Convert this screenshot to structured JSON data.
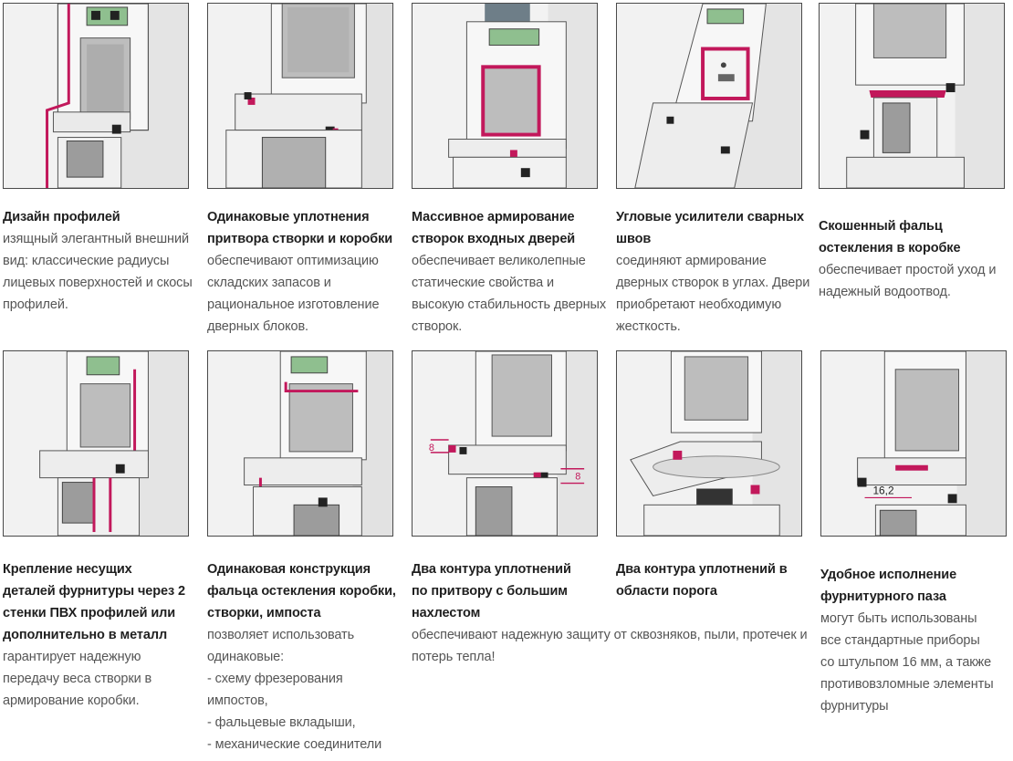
{
  "colors": {
    "accent": "#c2185b",
    "gasket": "#8fbf8f",
    "profile": "#f4f4f4",
    "glass": "#bdbdbd"
  },
  "features": [
    {
      "title": [
        "Дизайн профилей"
      ],
      "desc": [
        "изящный элегантный внешний",
        "вид: классические радиусы",
        "лицевых поверхностей и скосы",
        "профилей."
      ]
    },
    {
      "title": [
        "Одинаковые уплотнения",
        "притвора створки и коробки"
      ],
      "desc": [
        "обеспечивают оптимизацию",
        "складских запасов и",
        "рациональное изготовление",
        "дверных блоков."
      ]
    },
    {
      "title": [
        "Массивное армирование",
        "створок входных дверей"
      ],
      "desc": [
        "обеспечивает великолепные",
        "статические свойства и",
        "высокую стабильность дверных",
        "створок."
      ]
    },
    {
      "title": [
        "Угловые усилители сварных",
        "швов"
      ],
      "desc": [
        "соединяют армирование",
        "дверных створок в углах. Двери",
        "приобретают необходимую",
        "жесткость."
      ]
    },
    {
      "title": [
        "Скошенный фальц",
        "остекления в коробке"
      ],
      "desc": [
        "обеспечивает простой уход и",
        "надежный водоотвод."
      ]
    },
    {
      "title": [
        "Крепление несущих",
        "деталей фурнитуры через 2",
        "стенки ПВХ профилей или",
        "дополнительно в металл"
      ],
      "desc": [
        "гарантирует надежную",
        "передачу веса створки в",
        "армирование коробки."
      ]
    },
    {
      "title": [
        "Одинаковая конструкция",
        "фальца остекления коробки,",
        "створки, импоста"
      ],
      "desc": [
        "позволяет использовать",
        "одинаковые:"
      ],
      "list": [
        "- схему фрезерования",
        "импостов,",
        "- фальцевые вкладыши,",
        "- механические соединители"
      ]
    },
    {
      "title": [
        "Два контура уплотнений",
        "по притвору с большим",
        "нахлестом"
      ],
      "desc": [
        "обеспечивают надежную защиту от сквозняков, пыли, протечек и",
        "потерь тепла!"
      ]
    },
    {
      "title": [
        "Два контура уплотнений в",
        "области порога"
      ],
      "desc": []
    },
    {
      "title": [
        "Удобное исполнение",
        "фурнитурного паза"
      ],
      "desc": [
        "могут быть использованы",
        "все стандартные приборы",
        "со штульпом 16 мм, а также",
        "противовзломные элементы",
        "фурнитуры"
      ]
    }
  ],
  "dimension_labels": {
    "fig7_a": "8",
    "fig7_b": "8",
    "fig9": "16,2"
  }
}
